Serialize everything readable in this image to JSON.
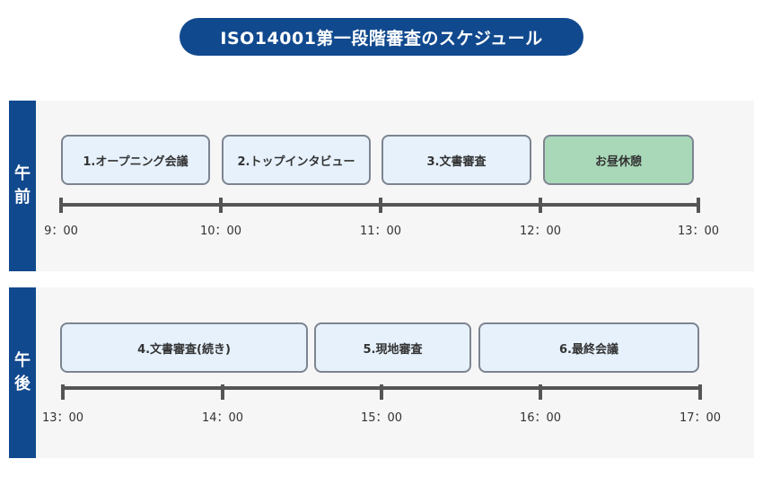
{
  "title": "ISO14001第一段階審査のスケジュール",
  "morning": {
    "label_chars": [
      "午",
      "前"
    ],
    "blocks": [
      {
        "label": "1.オープニング会議",
        "type": "activity"
      },
      {
        "label": "2.トップインタビュー",
        "type": "activity"
      },
      {
        "label": "3.文書審査",
        "type": "activity"
      },
      {
        "label": "お昼休憩",
        "type": "break"
      }
    ],
    "ticks": [
      "9：00",
      "10：00",
      "11：00",
      "12：00",
      "13：00"
    ]
  },
  "afternoon": {
    "label_chars": [
      "午",
      "後"
    ],
    "blocks": [
      {
        "label": "4.文書審査(続き)",
        "type": "activity"
      },
      {
        "label": "5.現地審査",
        "type": "activity"
      },
      {
        "label": "6.最終会議",
        "type": "activity"
      }
    ],
    "ticks": [
      "13：00",
      "14：00",
      "15：00",
      "16：00",
      "17：00"
    ]
  },
  "colors": {
    "header": "#11498e",
    "activity": "#e6f1fc",
    "break": "#a9d8b9",
    "axis": "#555555"
  }
}
